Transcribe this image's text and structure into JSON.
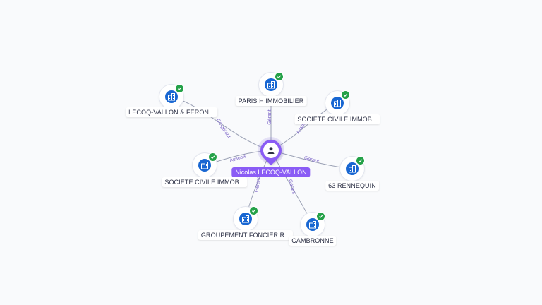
{
  "center": {
    "name": "Nicolas LECOQ-VALLON"
  },
  "nodes": [
    {
      "id": "n1",
      "label": "LECOQ-VALLON & FERON...",
      "relation": "Co-gérant",
      "verified": true
    },
    {
      "id": "n2",
      "label": "PARIS H IMMOBILIER",
      "relation": "Gérant",
      "verified": true
    },
    {
      "id": "n3",
      "label": "SOCIETE CIVILE IMMOB...",
      "relation": "Associé",
      "verified": true
    },
    {
      "id": "n4",
      "label": "63 RENNEQUIN",
      "relation": "Gérant",
      "verified": true
    },
    {
      "id": "n5",
      "label": "SOCIETE CIVILE IMMOB...",
      "relation": "Associé",
      "verified": true
    },
    {
      "id": "n6",
      "label": "GROUPEMENT FONCIER R...",
      "relation": "Gérant",
      "verified": true
    },
    {
      "id": "n7",
      "label": "CAMBRONNE",
      "relation": "Gérant",
      "verified": true
    }
  ],
  "colors": {
    "company_node": "#1967d2",
    "verified_badge": "#24a148",
    "person_node": "#8a5cf5",
    "edge": "#9aa0b4",
    "edge_label": "#7a62c7"
  },
  "icons": {
    "company": "building-icon",
    "person": "person-icon",
    "verified": "check-icon"
  }
}
